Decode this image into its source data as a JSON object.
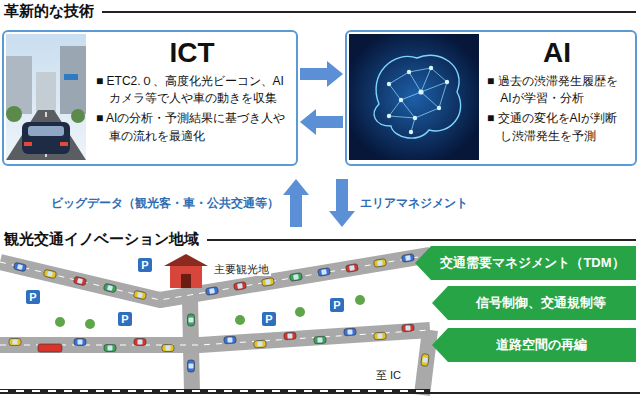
{
  "diagram": {
    "nodes": [
      {
        "text": [
          "革新的な技術"
        ]
      },
      {
        "text": [
          "ICT",
          "■ ETC2.０、高度化光ビーコン、AIカメラ等で人や車の動きを収集",
          "■ AIの分析・予測結果に基づき人や車の流れを最適化"
        ],
        "in": 0
      },
      {
        "text": [
          "AI",
          "■ 過去の渋滞発生履歴をAIが学習・分析",
          "■ 交通の変化をAIが判断し渋滞発生を予測"
        ],
        "in": 0
      },
      {
        "text": [
          "観光交通イノベーション地域"
        ]
      },
      {
        "text": [
          "交通需要マネジメント（TDM）"
        ],
        "in": 3
      },
      {
        "text": [
          "信号制御、交通規制等"
        ],
        "in": 3
      },
      {
        "text": [
          "道路空間の再編"
        ],
        "in": 3
      }
    ],
    "edges": [
      {
        "from": 1,
        "to": 2,
        "arrow": "to"
      },
      {
        "from": 2,
        "to": 1,
        "arrow": "to"
      },
      {
        "from": 3,
        "to": 0,
        "arrow": "to",
        "label": "ビッグデータ（観光客・車・公共交通等）"
      },
      {
        "from": 0,
        "to": 3,
        "arrow": "to",
        "label": "エリアマネジメント"
      }
    ],
    "labels": [
      "主要観光地",
      "P",
      "P",
      "P",
      "P",
      "P",
      "至 IC"
    ]
  }
}
